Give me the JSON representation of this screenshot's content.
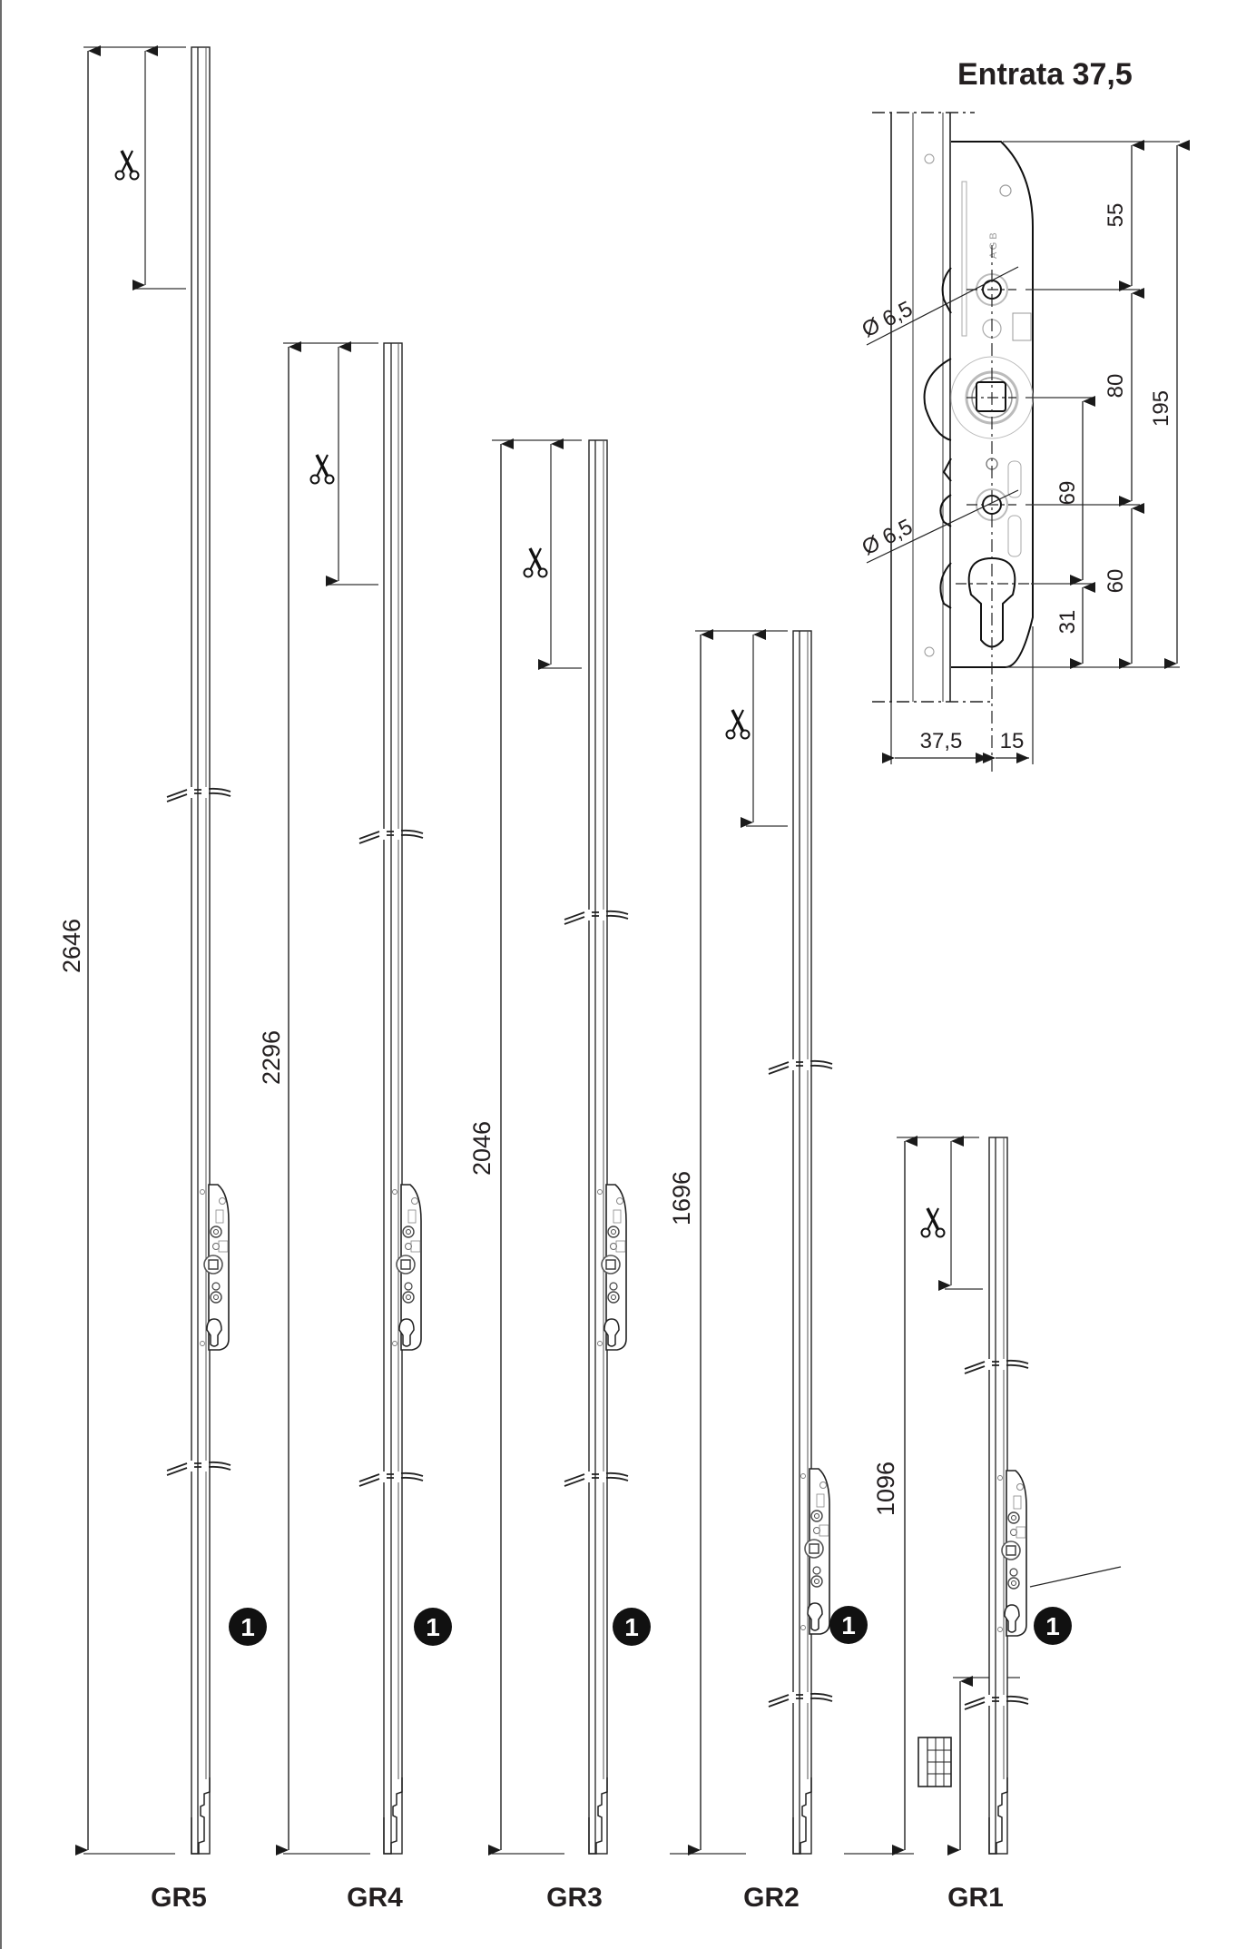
{
  "title": "Entrata 37,5",
  "detail": {
    "dimensions": {
      "d55": "55",
      "d80": "80",
      "d60": "60",
      "d195": "195",
      "d69": "69",
      "d31": "31",
      "d37_5": "37,5",
      "d15": "15",
      "hole_top": "Ø 6,5",
      "hole_bottom": "Ø 6,5"
    }
  },
  "rods": [
    {
      "label": "GR5",
      "length": "2646",
      "badge": "1"
    },
    {
      "label": "GR4",
      "length": "2296",
      "badge": "1"
    },
    {
      "label": "GR3",
      "length": "2046",
      "badge": "1"
    },
    {
      "label": "GR2",
      "length": "1696",
      "badge": "1"
    },
    {
      "label": "GR1",
      "length": "1096",
      "badge": "1"
    }
  ],
  "icons": {
    "cut": "scissors-icon",
    "keeper": "grid-keeper-icon",
    "badge": "number-badge"
  }
}
